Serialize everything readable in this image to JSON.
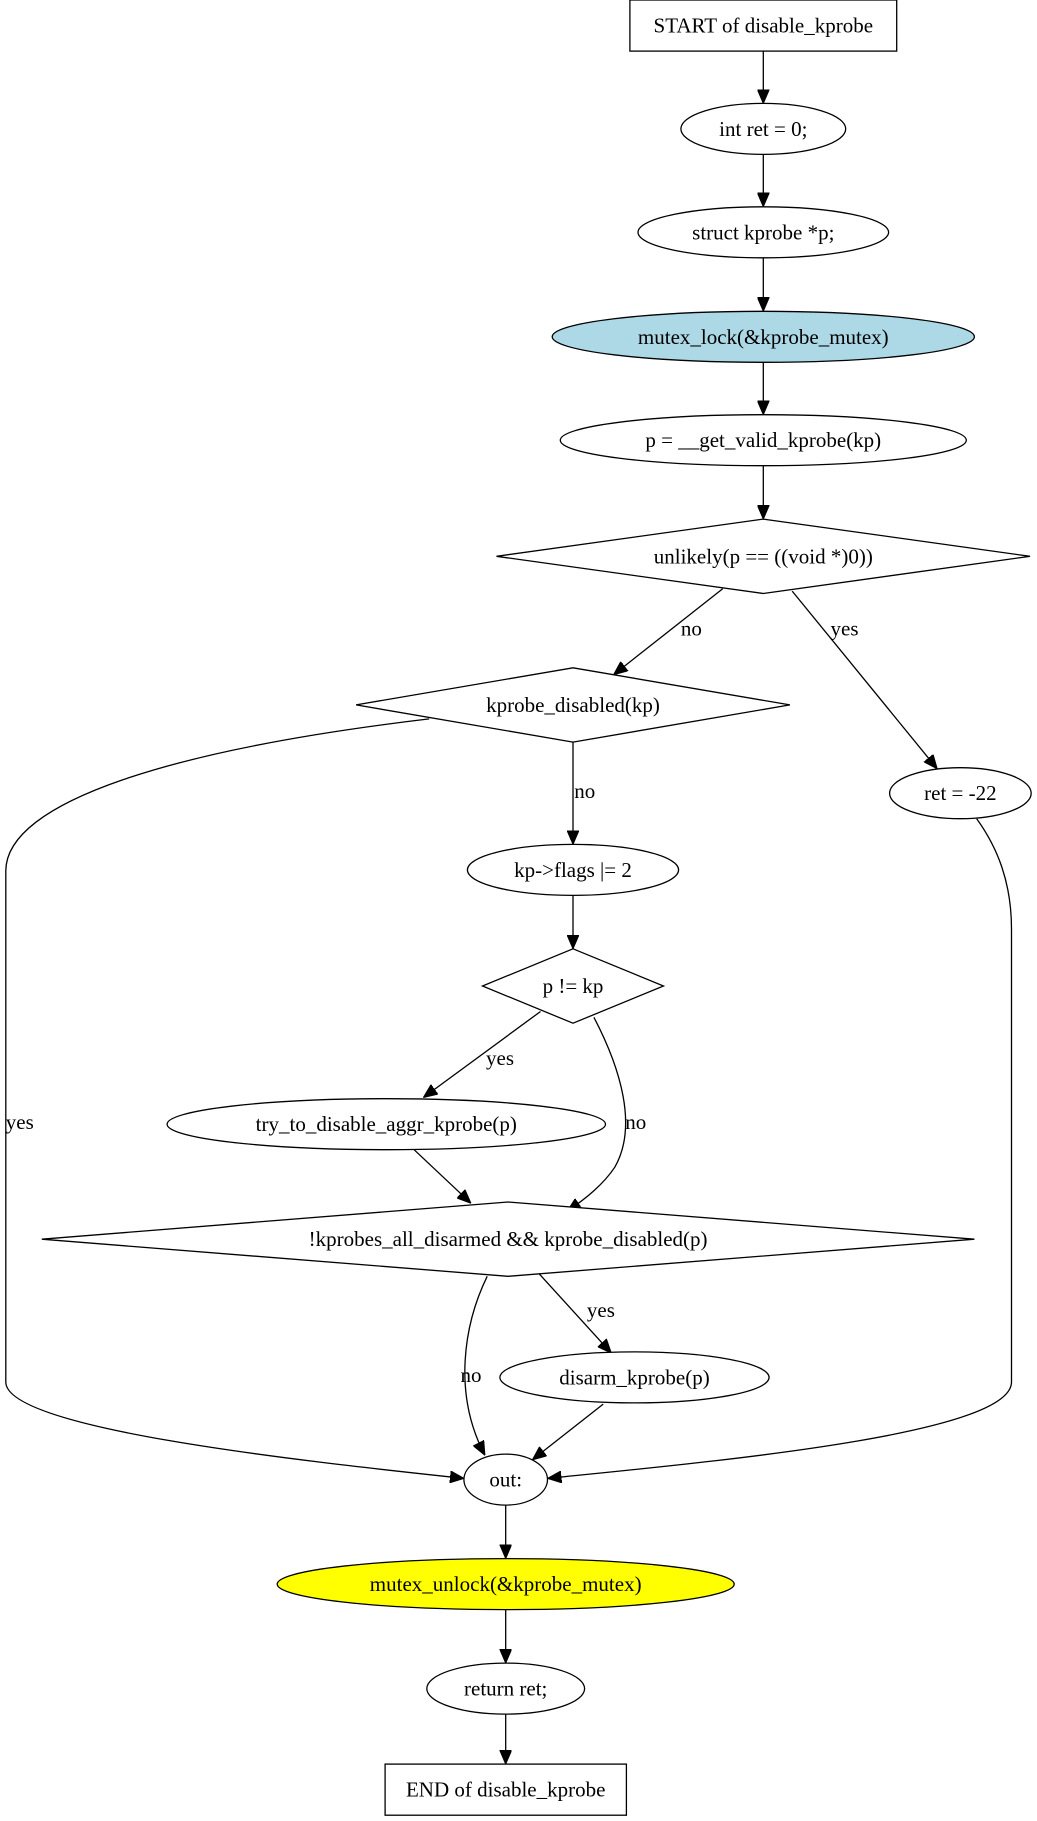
{
  "colors": {
    "default_fill": "#ffffff",
    "lock_fill": "#add8e6",
    "unlock_fill": "#ffff00",
    "stroke": "#000000"
  },
  "nodes": {
    "start": {
      "label": "START of disable_kprobe",
      "shape": "box"
    },
    "ret_init": {
      "label": "int ret = 0;",
      "shape": "ellipse"
    },
    "decl_p": {
      "label": "struct kprobe *p;",
      "shape": "ellipse"
    },
    "mutex_lock": {
      "label": "mutex_lock(&kprobe_mutex)",
      "shape": "ellipse",
      "fill": "lock_fill"
    },
    "get_valid": {
      "label": "p = __get_valid_kprobe(kp)",
      "shape": "ellipse"
    },
    "check_null": {
      "label": "unlikely(p == ((void *)0))",
      "shape": "diamond"
    },
    "check_disabled": {
      "label": "kprobe_disabled(kp)",
      "shape": "diamond"
    },
    "ret_einval": {
      "label": "ret = -22",
      "shape": "ellipse"
    },
    "set_flags": {
      "label": "kp->flags |= 2",
      "shape": "ellipse"
    },
    "check_aggr": {
      "label": "p != kp",
      "shape": "diamond"
    },
    "try_disable": {
      "label": "try_to_disable_aggr_kprobe(p)",
      "shape": "ellipse"
    },
    "check_disarm": {
      "label": "!kprobes_all_disarmed && kprobe_disabled(p)",
      "shape": "diamond"
    },
    "disarm": {
      "label": "disarm_kprobe(p)",
      "shape": "ellipse"
    },
    "out": {
      "label": "out:",
      "shape": "ellipse"
    },
    "mutex_unlock": {
      "label": "mutex_unlock(&kprobe_mutex)",
      "shape": "ellipse",
      "fill": "unlock_fill"
    },
    "return_ret": {
      "label": "return ret;",
      "shape": "ellipse"
    },
    "end": {
      "label": "END of disable_kprobe",
      "shape": "box"
    }
  },
  "edges": [
    {
      "from": "start",
      "to": "ret_init",
      "label": ""
    },
    {
      "from": "ret_init",
      "to": "decl_p",
      "label": ""
    },
    {
      "from": "decl_p",
      "to": "mutex_lock",
      "label": ""
    },
    {
      "from": "mutex_lock",
      "to": "get_valid",
      "label": ""
    },
    {
      "from": "get_valid",
      "to": "check_null",
      "label": ""
    },
    {
      "from": "check_null",
      "to": "check_disabled",
      "label": "no"
    },
    {
      "from": "check_null",
      "to": "ret_einval",
      "label": "yes"
    },
    {
      "from": "check_disabled",
      "to": "set_flags",
      "label": "no"
    },
    {
      "from": "check_disabled",
      "to": "out",
      "label": "yes"
    },
    {
      "from": "ret_einval",
      "to": "out",
      "label": ""
    },
    {
      "from": "set_flags",
      "to": "check_aggr",
      "label": ""
    },
    {
      "from": "check_aggr",
      "to": "try_disable",
      "label": "yes"
    },
    {
      "from": "check_aggr",
      "to": "check_disarm",
      "label": "no"
    },
    {
      "from": "try_disable",
      "to": "check_disarm",
      "label": ""
    },
    {
      "from": "check_disarm",
      "to": "disarm",
      "label": "yes"
    },
    {
      "from": "check_disarm",
      "to": "out",
      "label": "no"
    },
    {
      "from": "disarm",
      "to": "out",
      "label": ""
    },
    {
      "from": "out",
      "to": "mutex_unlock",
      "label": ""
    },
    {
      "from": "mutex_unlock",
      "to": "return_ret",
      "label": ""
    },
    {
      "from": "return_ret",
      "to": "end",
      "label": ""
    }
  ]
}
